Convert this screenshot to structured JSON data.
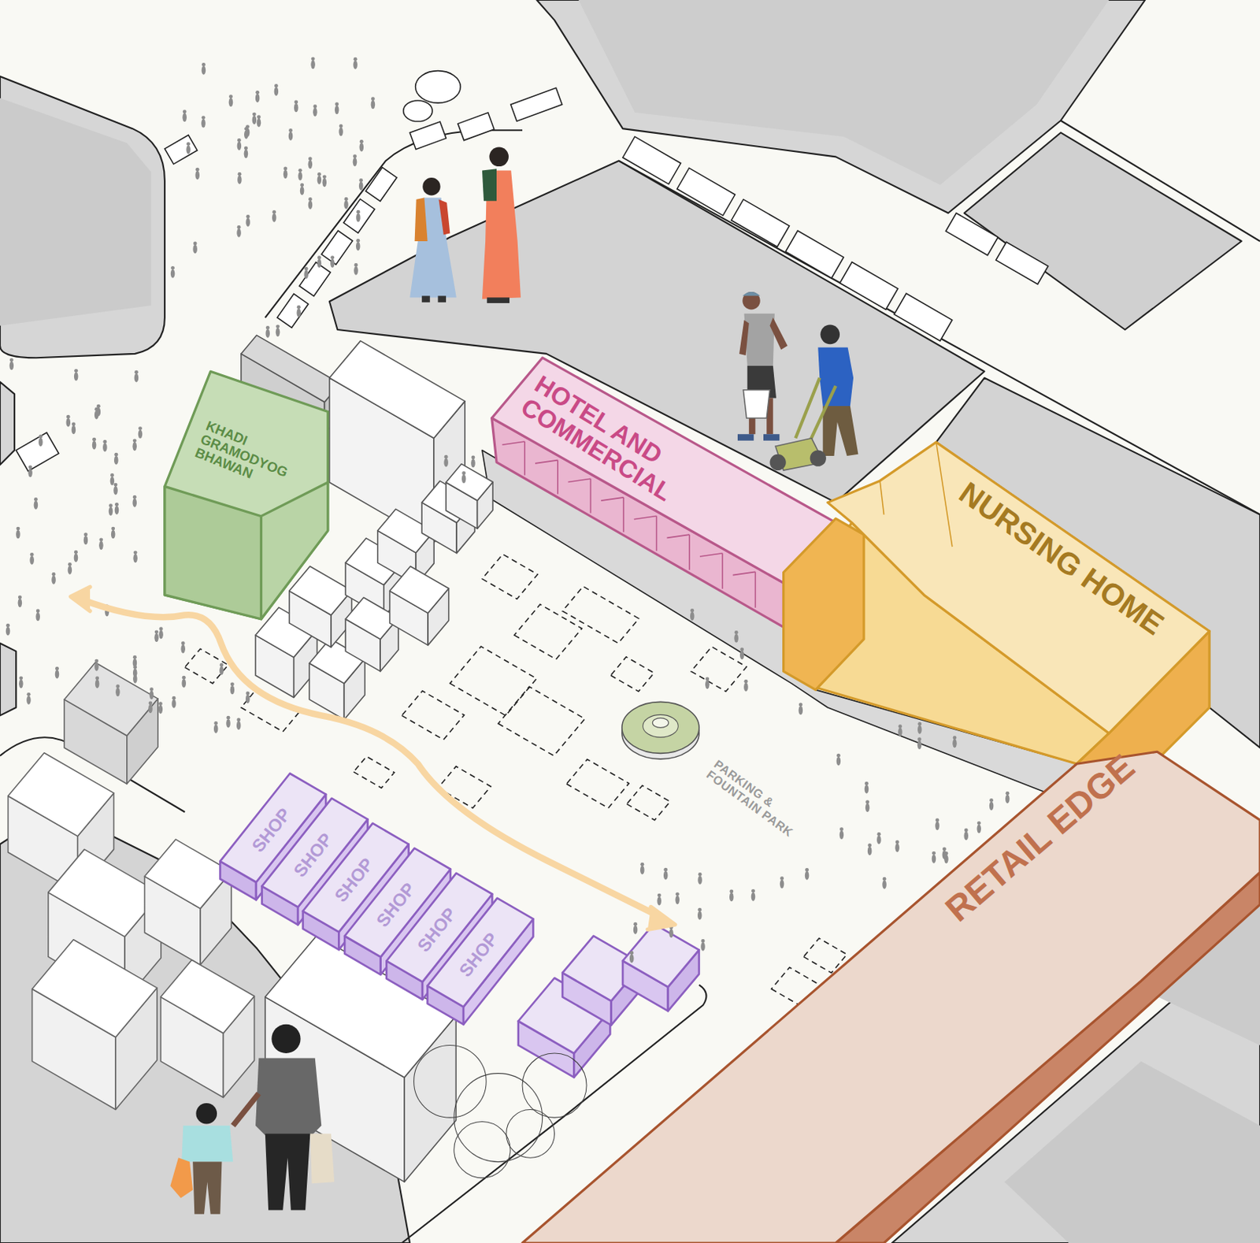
{
  "diagram": {
    "nodes": [
      {
        "text": [
          "KHADI GRAMODYOG BHAWAN"
        ]
      },
      {
        "text": [
          "HOTEL AND COMMERCIAL"
        ]
      },
      {
        "text": [
          "NURSING HOME"
        ]
      },
      {
        "text": [
          "RETAIL EDGE"
        ]
      },
      {
        "text": [
          "SHOP"
        ]
      },
      {
        "text": [
          "SHOP"
        ]
      },
      {
        "text": [
          "SHOP"
        ]
      },
      {
        "text": [
          "SHOP"
        ]
      },
      {
        "text": [
          "SHOP"
        ]
      },
      {
        "text": [
          "SHOP"
        ]
      }
    ],
    "labels": [
      "PARKING & FOUNTAIN PARK"
    ]
  }
}
